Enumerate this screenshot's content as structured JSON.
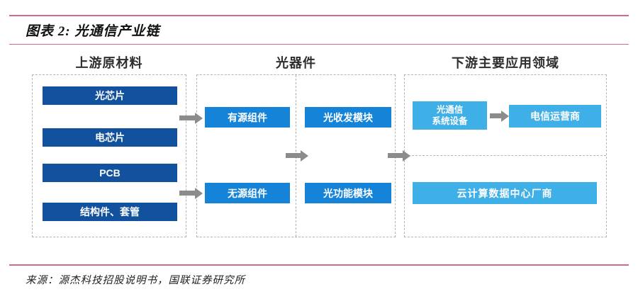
{
  "figure": {
    "title": "图表 2: 光通信产业链",
    "source": "来源：源杰科技招股说明书，国联证券研究所"
  },
  "colors": {
    "dark-blue": "#11519e",
    "medium-blue": "#1583d8",
    "light-blue": "#3fafe7",
    "arrow-gray": "#8c8c8c",
    "pink": "#d4688f"
  },
  "upstream": {
    "header": "上游原材料",
    "items": [
      "光芯片",
      "电芯片",
      "PCB",
      "结构件、套管"
    ]
  },
  "midstream": {
    "header": "光器件",
    "components": [
      "有源组件",
      "无源组件"
    ],
    "modules": [
      "光收发模块",
      "光功能模块"
    ]
  },
  "downstream": {
    "header": "下游主要应用领域",
    "equipment_line1": "光通信",
    "equipment_line2": "系统设备",
    "telecom": "电信运营商",
    "cloud": "云计算数据中心厂商"
  }
}
